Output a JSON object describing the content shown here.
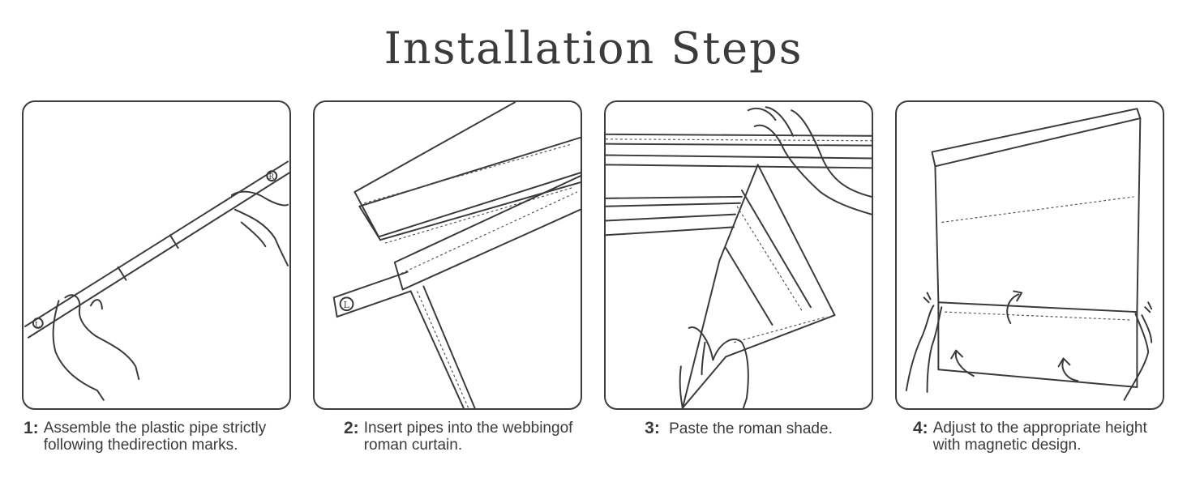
{
  "page": {
    "title": "Installation Steps"
  },
  "steps": [
    {
      "number": "1:",
      "text": "Assemble the plastic pipe strictly following thedirection marks."
    },
    {
      "number": "2:",
      "text": "Insert pipes into the webbingof roman curtain."
    },
    {
      "number": "3:",
      "text": "Paste the roman shade."
    },
    {
      "number": "4:",
      "text": "Adjust to the appropriate height with magnetic design."
    }
  ],
  "icons": [
    "pipe-assembly-illustration",
    "pipe-insert-illustration",
    "paste-shade-illustration",
    "adjust-height-illustration"
  ],
  "colors": {
    "line": "#3a3a3a",
    "text": "#3a3a3a",
    "border": "#3d3d3d",
    "background": "#ffffff"
  },
  "marks": {
    "left": "L",
    "right": "R"
  }
}
